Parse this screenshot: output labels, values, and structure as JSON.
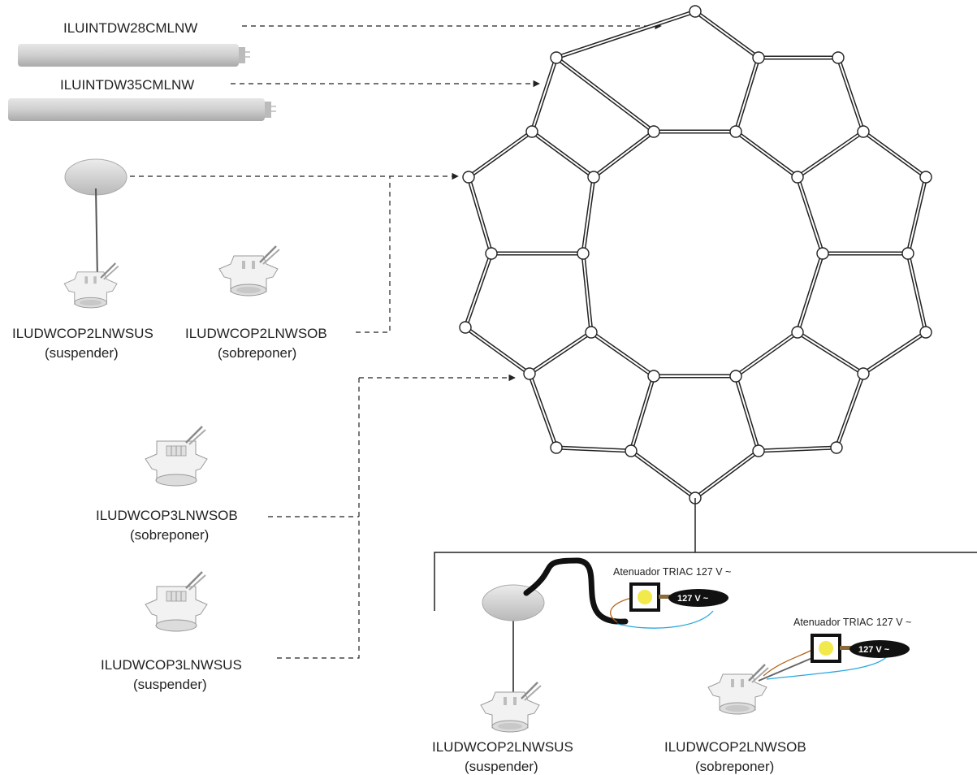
{
  "products": {
    "profile_28": {
      "code": "ILUINTDW28CMLNW"
    },
    "profile_35": {
      "code": "ILUINTDW35CMLNW"
    },
    "connector_2_sus": {
      "code": "ILUDWCOP2LNWSUS",
      "mode": "(suspender)"
    },
    "connector_2_sob": {
      "code": "ILUDWCOP2LNWSOB",
      "mode": "(sobreponer)"
    },
    "connector_3_sob": {
      "code": "ILUDWCOP3LNWSOB",
      "mode": "(sobreponer)"
    },
    "connector_3_sus": {
      "code": "ILUDWCOP3LNWSUS",
      "mode": "(suspender)"
    }
  },
  "wiring": {
    "left": {
      "dimmer_label": "Atenuador TRIAC 127 V ~",
      "voltage": "127 V ~",
      "code": "ILUDWCOP2LNWSUS",
      "mode": "(suspender)"
    },
    "right": {
      "dimmer_label": "Atenuador TRIAC 127 V ~",
      "voltage": "127 V ~",
      "code": "ILUDWCOP2LNWSOB",
      "mode": "(sobreponer)"
    }
  },
  "colors": {
    "line": "#222222",
    "profile": "#cfcfcf",
    "dimmer_knob": "#f2e94a",
    "badge": "#111111",
    "wire_live": "#b5651d",
    "wire_neutral": "#29a8df"
  }
}
